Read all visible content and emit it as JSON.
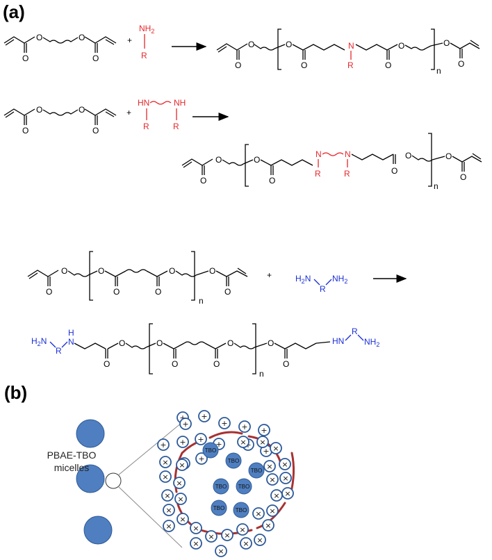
{
  "panels": {
    "a": "(a)",
    "b": "(b)"
  },
  "atoms": {
    "O": "O",
    "N": "N",
    "R": "R",
    "NH": "NH",
    "HN": "HN",
    "H": "H",
    "NH2_base": "NH",
    "NH2_sub": "2",
    "H2N_base": "H",
    "H2N_sub": "2",
    "H2N_end": "N",
    "n": "n",
    "plus": "+"
  },
  "micelles_label": {
    "line1": "PBAE-TBO",
    "line2": "micelles"
  },
  "tbo_label": "TBO",
  "plus_charge": "+",
  "times_charge": "×",
  "colors": {
    "amine_red": "#e8262a",
    "amine_blue": "#1a2fd6",
    "micelle": "#4f7fc0",
    "shell": "#a83232"
  }
}
